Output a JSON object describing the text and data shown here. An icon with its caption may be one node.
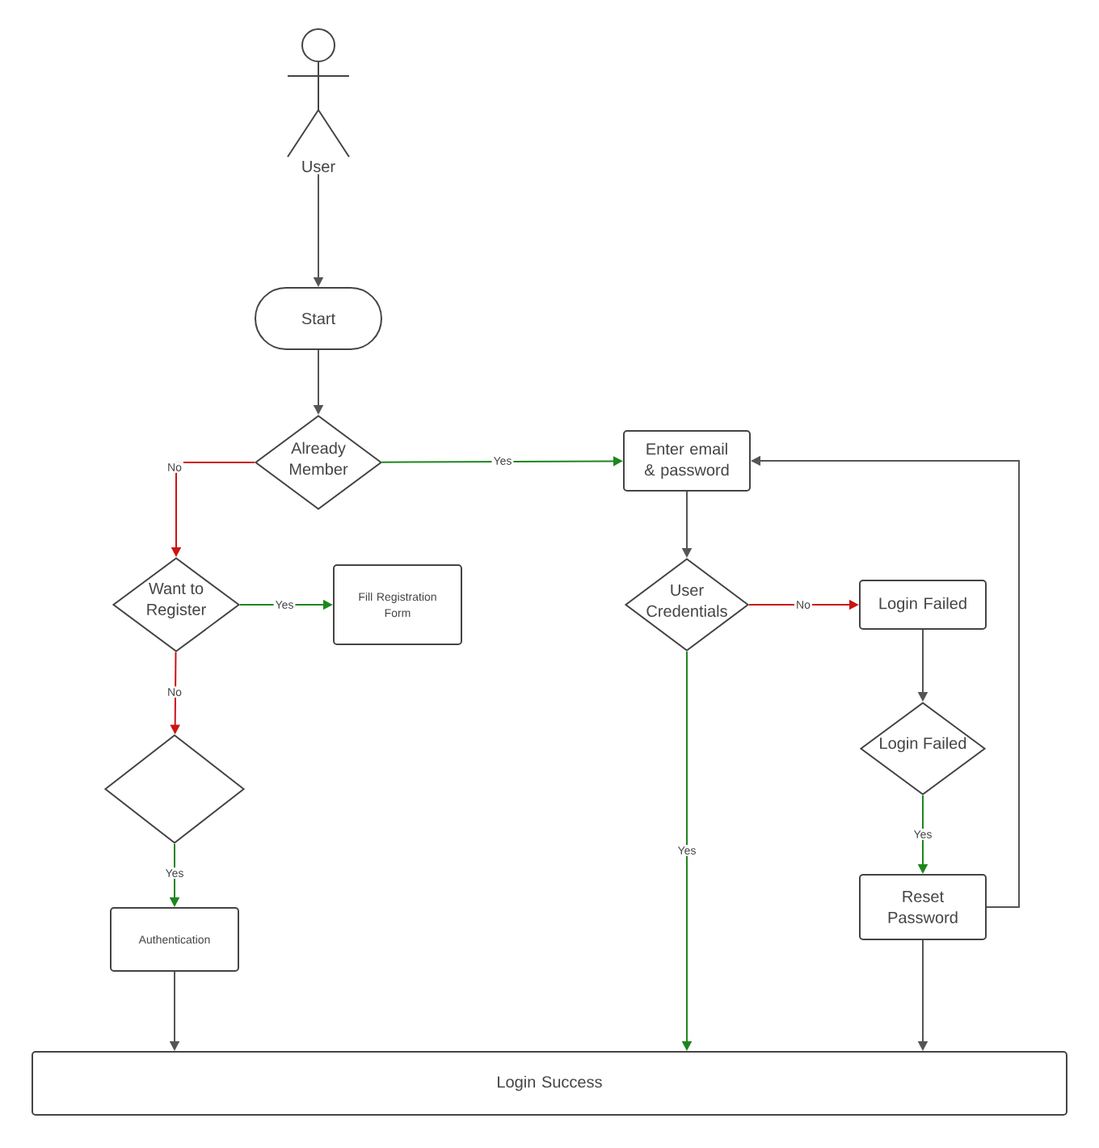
{
  "diagram": {
    "nodes": [
      {
        "text": [
          "User"
        ]
      },
      {
        "text": [
          "Start"
        ]
      },
      {
        "text": [
          "Already Member"
        ]
      },
      {
        "text": [
          "Enter email & password"
        ]
      },
      {
        "text": [
          "Want to Register"
        ]
      },
      {
        "text": [
          "Fill Registration Form"
        ]
      },
      {
        "text": [
          "User Credentials"
        ]
      },
      {
        "text": [
          "Login Failed"
        ]
      },
      {
        "text": [],
        "shape": "diamond"
      },
      {
        "text": [
          "Login Failed"
        ]
      },
      {
        "text": [
          "Authentication"
        ]
      },
      {
        "text": [
          "Reset Password"
        ]
      },
      {
        "text": [
          "Login Success"
        ]
      }
    ],
    "edges": [
      {
        "from": 0,
        "to": 1,
        "arrow": "to"
      },
      {
        "from": 1,
        "to": 2,
        "arrow": "to"
      },
      {
        "from": 2,
        "to": 3,
        "arrow": "to",
        "label": "Yes",
        "color": "#1e861e"
      },
      {
        "from": 2,
        "to": 4,
        "arrow": "to",
        "label": "No",
        "color": "#cc1414"
      },
      {
        "from": 4,
        "to": 5,
        "arrow": "to",
        "label": "Yes",
        "color": "#1e861e"
      },
      {
        "from": 4,
        "to": 8,
        "arrow": "to",
        "label": "No",
        "color": "#cc1414"
      },
      {
        "from": 8,
        "to": 10,
        "arrow": "to",
        "label": "Yes",
        "color": "#1e861e"
      },
      {
        "from": 3,
        "to": 6,
        "arrow": "to"
      },
      {
        "from": 6,
        "to": 7,
        "arrow": "to",
        "label": "No",
        "color": "#cc1414"
      },
      {
        "from": 6,
        "to": 12,
        "arrow": "to",
        "label": "Yes",
        "color": "#1e861e"
      },
      {
        "from": 7,
        "to": 9,
        "arrow": "to"
      },
      {
        "from": 9,
        "to": 11,
        "arrow": "to",
        "label": "Yes",
        "color": "#1e861e"
      },
      {
        "from": 11,
        "to": 3,
        "arrow": "to"
      },
      {
        "from": 10,
        "to": 12,
        "arrow": "to"
      },
      {
        "from": 11,
        "to": 12,
        "arrow": "to"
      }
    ]
  }
}
